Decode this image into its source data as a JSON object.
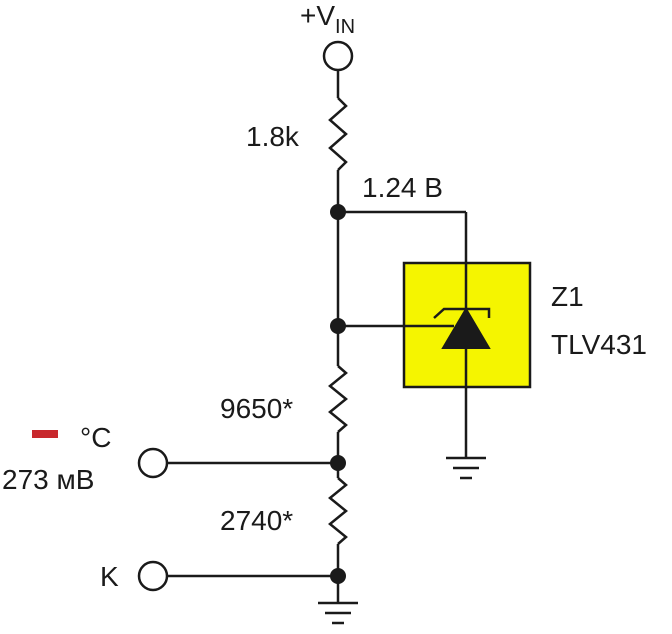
{
  "supply": {
    "prefix": "+V",
    "subscript": "IN"
  },
  "r_top": {
    "value": "1.8k"
  },
  "ref_voltage": {
    "label": "1.24 B"
  },
  "ic": {
    "ref": "Z1",
    "part": "TLV431",
    "body_color": "#f5f500"
  },
  "r_mid": {
    "value": "9650*"
  },
  "r_bot": {
    "value": "2740*"
  },
  "out_celsius": {
    "unit": "°C",
    "voltage": "273 мВ",
    "marker_color": "#c8282d"
  },
  "out_kelvin": {
    "label": "K"
  }
}
